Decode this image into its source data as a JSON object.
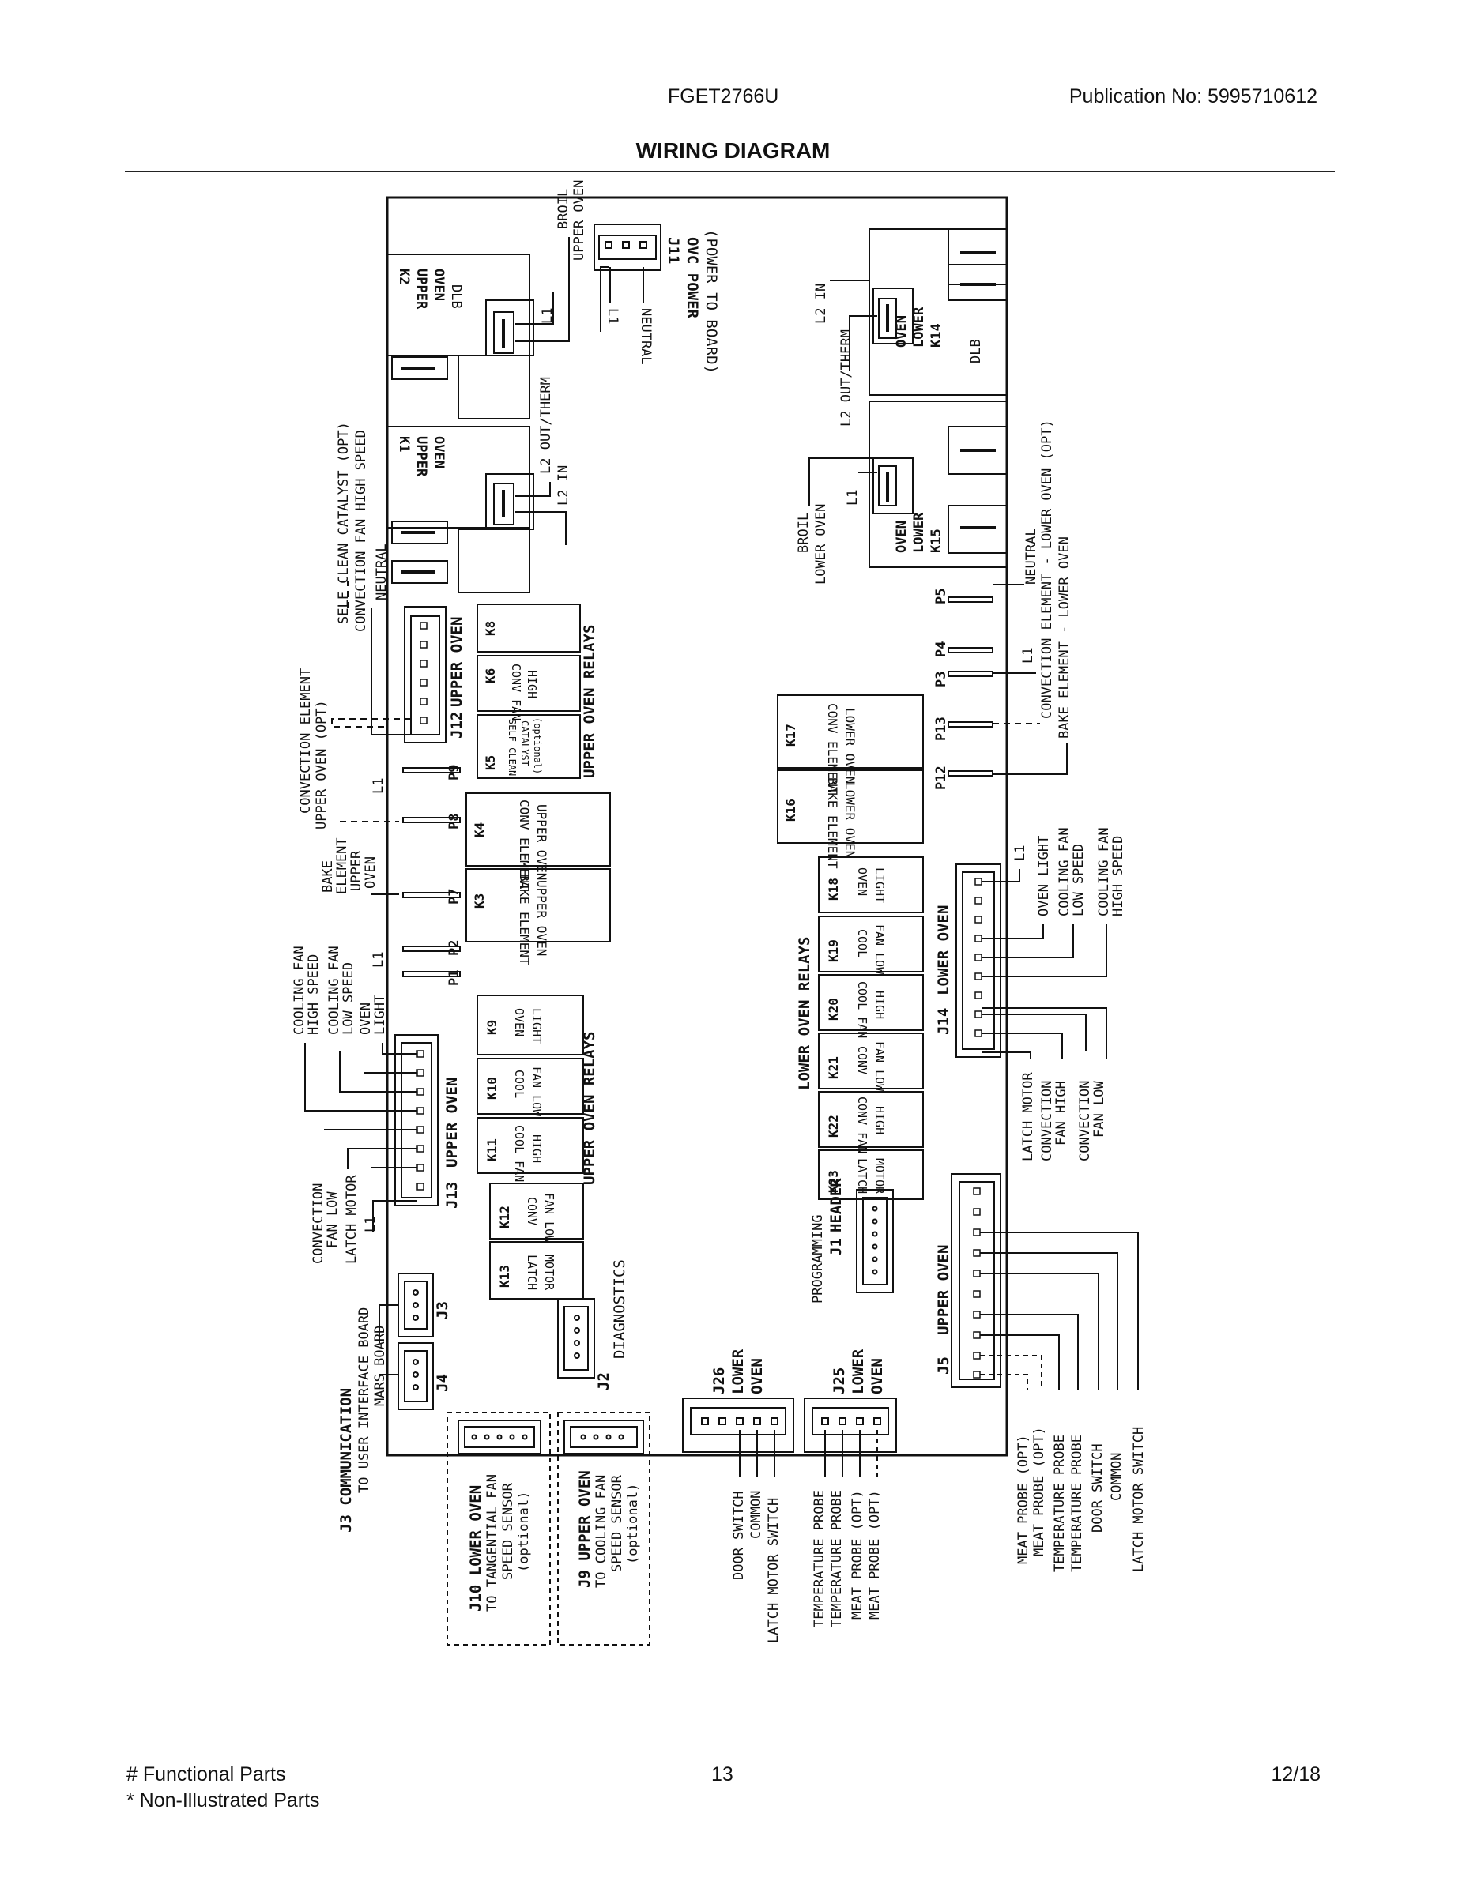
{
  "header": {
    "model": "FGET2766U",
    "publication": "Publication No:  5995710612",
    "title": "WIRING DIAGRAM"
  },
  "footer": {
    "legend1": "# Functional Parts",
    "legend2": "* Non-Illustrated Parts",
    "page": "13",
    "date": "12/18"
  },
  "relays": {
    "k2": {
      "id": "K2",
      "l1": "UPPER",
      "l2": "OVEN",
      "l3": "DLB"
    },
    "k1": {
      "id": "K1",
      "l1": "UPPER",
      "l2": "OVEN"
    },
    "k14": {
      "id": "K14",
      "l1": "LOWER",
      "l2": "OVEN",
      "l3": "DLB"
    },
    "k15": {
      "id": "K15",
      "l1": "LOWER",
      "l2": "OVEN"
    },
    "k5": {
      "id": "K5",
      "l1": "SELF CLEAN",
      "l2": "CATALYST",
      "l3": "(optional)"
    },
    "k6": {
      "id": "K6",
      "l1": "CONV FAN",
      "l2": "HIGH"
    },
    "k8": {
      "id": "K8"
    },
    "k4": {
      "id": "K4",
      "l1": "CONV ELEMENT",
      "l2": "UPPER OVEN"
    },
    "k3": {
      "id": "K3",
      "l1": "BAKE ELEMENT",
      "l2": "UPPER OVEN"
    },
    "k9": {
      "id": "K9",
      "l1": "OVEN",
      "l2": "LIGHT"
    },
    "k10": {
      "id": "K10",
      "l1": "COOL",
      "l2": "FAN LOW"
    },
    "k11": {
      "id": "K11",
      "l1": "COOL FAN",
      "l2": "HIGH"
    },
    "k12": {
      "id": "K12",
      "l1": "CONV",
      "l2": "FAN LOW"
    },
    "k13": {
      "id": "K13",
      "l1": "LATCH",
      "l2": "MOTOR"
    },
    "k17": {
      "id": "K17",
      "l1": "CONV ELEMENT",
      "l2": "LOWER OVEN"
    },
    "k16": {
      "id": "K16",
      "l1": "BAKE ELEMENT",
      "l2": "LOWER OVEN"
    },
    "k18": {
      "id": "K18",
      "l1": "OVEN",
      "l2": "LIGHT"
    },
    "k19": {
      "id": "K19",
      "l1": "COOL",
      "l2": "FAN LOW"
    },
    "k20": {
      "id": "K20",
      "l1": "COOL FAN",
      "l2": "HIGH"
    },
    "k21": {
      "id": "K21",
      "l1": "CONV",
      "l2": "FAN LOW"
    },
    "k22": {
      "id": "K22",
      "l1": "CONV FAN",
      "l2": "HIGH"
    },
    "k23": {
      "id": "K23",
      "l1": "LATCH",
      "l2": "MOTOR"
    }
  },
  "groups": {
    "upper_relays": "UPPER OVEN RELAYS",
    "lower_relays": "LOWER OVEN RELAYS"
  },
  "connectors": {
    "j11": {
      "name": "J11",
      "l1": "OVC POWER",
      "l2": "(POWER TO BOARD)"
    },
    "j12": {
      "name": "J12",
      "l1": "UPPER OVEN"
    },
    "j13": {
      "name": "J13",
      "l1": "UPPER OVEN"
    },
    "j14": {
      "name": "J14",
      "l1": "LOWER OVEN"
    },
    "j5": {
      "name": "J5",
      "l1": "UPPER OVEN"
    },
    "j1": {
      "name": "J1",
      "l1": "PROGRAMMING",
      "l2": "HEADER"
    },
    "j2": {
      "name": "J2",
      "l1": "DIAGNOSTICS"
    },
    "j3": {
      "name": "J3"
    },
    "j4": {
      "name": "J4"
    },
    "j26": {
      "name": "J26",
      "l1": "LOWER",
      "l2": "OVEN"
    },
    "j25": {
      "name": "J25",
      "l1": "LOWER",
      "l2": "OVEN"
    },
    "j3comm": {
      "l1": "J3 COMMUNICATION",
      "l2": "TO USER INTERFACE BOARD",
      "l3": "MARS BOARD"
    },
    "j10": {
      "l1": "J10 LOWER OVEN",
      "l2": "TO TANGENTIAL FAN",
      "l3": "SPEED SENSOR",
      "l4": "(optional)"
    },
    "j9": {
      "l1": "J9 UPPER OVEN",
      "l2": "TO COOLING FAN",
      "l3": "SPEED SENSOR",
      "l4": "(optional)"
    }
  },
  "terminals": {
    "p9": "P9",
    "p8": "P8",
    "p7": "P7",
    "p2": "P2",
    "p1": "P1",
    "p5": "P5",
    "p4": "P4",
    "p3": "P3",
    "p13": "P13",
    "p12": "P12"
  },
  "wires": {
    "broil_upper": [
      "BROIL",
      "UPPER OVEN"
    ],
    "l1": "L1",
    "neutral": "NEUTRAL",
    "l2_out_therm": "L2 OUT/THERM",
    "l2_in": "L2 IN",
    "self_clean": "SELF CLEAN CATALYST (OPT)",
    "conv_fan_high_speed": "CONVECTION FAN HIGH SPEED",
    "conv_elem_upper": [
      "CONVECTION ELEMENT",
      "UPPER OVEN (OPT)"
    ],
    "bake_elem_upper": [
      "BAKE",
      "ELEMENT",
      "UPPER",
      "OVEN"
    ],
    "cooling_fan_high": [
      "COOLING FAN",
      "HIGH SPEED"
    ],
    "cooling_fan_low": [
      "COOLING FAN",
      "LOW SPEED"
    ],
    "oven_light": [
      "OVEN",
      "LIGHT"
    ],
    "conv_fan_low": [
      "CONVECTION",
      "FAN LOW"
    ],
    "latch_motor": "LATCH MOTOR",
    "broil_lower": [
      "BROIL",
      "LOWER OVEN"
    ],
    "conv_elem_lower": "CONVECTION ELEMENT - LOWER OVEN (OPT)",
    "bake_elem_lower": "BAKE ELEMENT - LOWER OVEN",
    "oven_light_1": "OVEN LIGHT",
    "cool_fan_low_speed": [
      "COOLING FAN",
      "LOW SPEED"
    ],
    "cool_fan_high_speed": [
      "COOLING FAN",
      "HIGH SPEED"
    ],
    "conv_fan_high2": [
      "CONVECTION",
      "FAN HIGH"
    ],
    "conv_fan_low2": [
      "CONVECTION",
      "FAN LOW"
    ],
    "j5_wires": [
      "MEAT PROBE (OPT)",
      "MEAT PROBE (OPT)",
      "TEMPERATURE PROBE",
      "TEMPERATURE PROBE",
      "DOOR SWITCH",
      "COMMON",
      "LATCH MOTOR SWITCH"
    ],
    "j26_wires": [
      "DOOR SWITCH",
      "COMMON",
      "LATCH MOTOR SWITCH"
    ],
    "j25_wires": [
      "TEMPERATURE PROBE",
      "TEMPERATURE PROBE",
      "MEAT PROBE (OPT)",
      "MEAT PROBE (OPT)"
    ]
  }
}
